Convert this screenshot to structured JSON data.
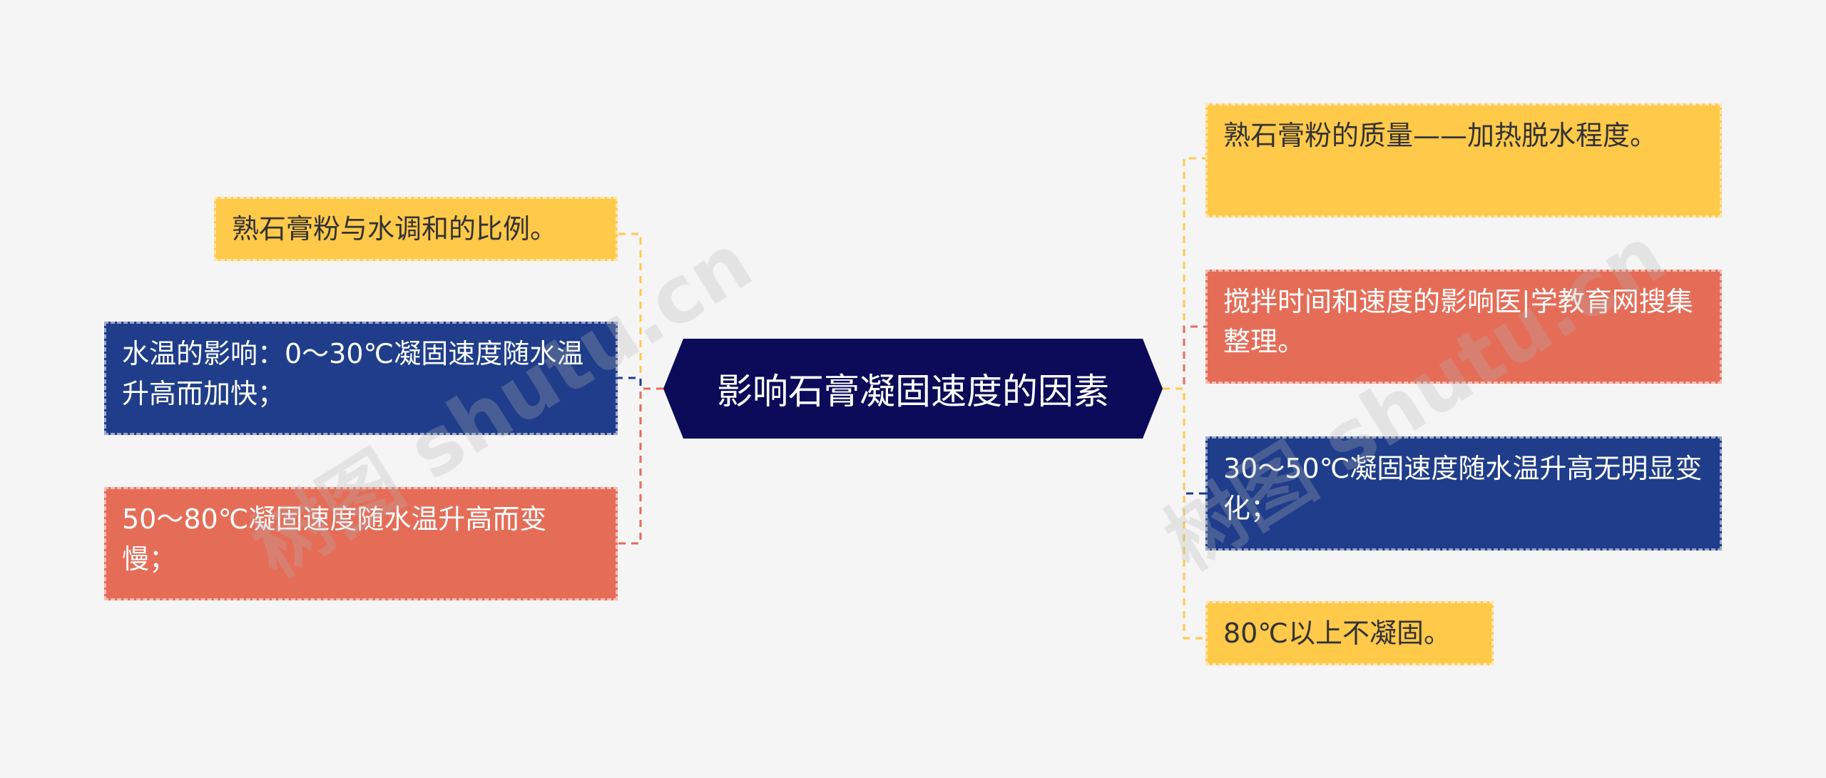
{
  "center": {
    "label": "影响石膏凝固速度的因素"
  },
  "left_nodes": [
    {
      "text": "熟石膏粉与水调和的比例。",
      "color": "#ffc94a"
    },
    {
      "text": "水温的影响：0～30℃凝固速度随水温升高而加快；",
      "color": "#1f3d8a"
    },
    {
      "text": "50～80℃凝固速度随水温升高而变慢；",
      "color": "#e56d58"
    }
  ],
  "right_nodes": [
    {
      "text": "熟石膏粉的质量——加热脱水程度。",
      "color": "#ffc94a"
    },
    {
      "text": "搅拌时间和速度的影响医|学教育网搜集整理。",
      "color": "#e56d58"
    },
    {
      "text": "30～50℃凝固速度随水温升高无明显变化；",
      "color": "#1f3d8a"
    },
    {
      "text": "80℃以上不凝固。",
      "color": "#ffc94a"
    }
  ],
  "watermark": {
    "text": "树图 shutu.cn"
  }
}
